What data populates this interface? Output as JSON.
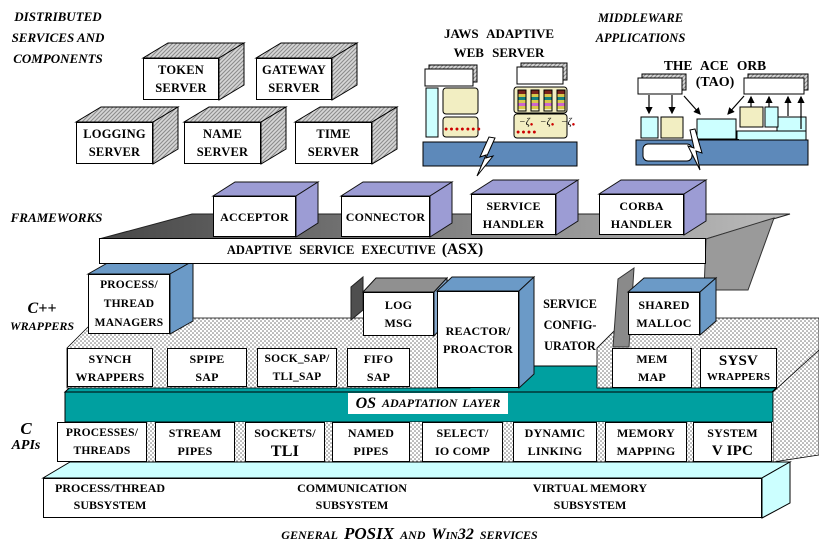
{
  "labels": {
    "distributed": {
      "l1": "DISTRIBUTED",
      "l2": "SERVICES AND",
      "l3": "COMPONENTS"
    },
    "frameworks": "FRAMEWORKS",
    "cpp": {
      "l1": "C++",
      "l2": "WRAPPERS"
    },
    "capis": {
      "l1": "C",
      "l2": "APIs"
    },
    "jaws": {
      "l1": "JAWS ADAPTIVE",
      "l2": "WEB SERVER"
    },
    "middleware": {
      "l1": "MIDDLEWARE",
      "l2": "APPLICATIONS"
    },
    "tao": {
      "l1": "THE ACE ORB",
      "l2": "(TAO)"
    }
  },
  "servers": [
    {
      "l1": "TOKEN",
      "l2": "SERVER"
    },
    {
      "l1": "GATEWAY",
      "l2": "SERVER"
    },
    {
      "l1": "LOGGING",
      "l2": "SERVER"
    },
    {
      "l1": "NAME",
      "l2": "SERVER"
    },
    {
      "l1": "TIME",
      "l2": "SERVER"
    }
  ],
  "frameworks_row": [
    {
      "l1": "ACCEPTOR"
    },
    {
      "l1": "CONNECTOR"
    },
    {
      "l1": "SERVICE",
      "l2": "HANDLER"
    },
    {
      "l1": "CORBA",
      "l2": "HANDLER"
    }
  ],
  "asx": {
    "main": "ADAPTIVE SERVICE EXECUTIVE",
    "paren": "(ASX)"
  },
  "wrappers_row": [
    {
      "l1": "PROCESS/",
      "l2": "THREAD",
      "l3": "MANAGERS"
    },
    {
      "l1": "SYNCH",
      "l2": "WRAPPERS"
    },
    {
      "l1": "SPIPE",
      "l2": "SAP"
    },
    {
      "l1": "SOCK_SAP/",
      "l2": "TLI_SAP"
    },
    {
      "l1": "FIFO",
      "l2": "SAP"
    },
    {
      "l1": "LOG",
      "l2": "MSG"
    },
    {
      "l1": "REACTOR/",
      "l2": "PROACTOR"
    },
    {
      "l1": "SERVICE",
      "l2": "CONFIG-",
      "l3": "URATOR"
    },
    {
      "l1": "SHARED",
      "l2": "MALLOC"
    },
    {
      "l1": "MEM",
      "l2": "MAP"
    },
    {
      "l1": "SYSV",
      "l2": "WRAPPERS"
    }
  ],
  "os_layer": {
    "os": "OS",
    "rest": "ADAPTATION LAYER"
  },
  "api_row": [
    {
      "l1": "PROCESSES/",
      "l2": "THREADS"
    },
    {
      "l1": "STREAM",
      "l2": "PIPES"
    },
    {
      "l1": "SOCKETS/",
      "l2": "TLI"
    },
    {
      "l1": "NAMED",
      "l2": "PIPES"
    },
    {
      "l1": "SELECT/",
      "l2": "IO COMP"
    },
    {
      "l1": "DYNAMIC",
      "l2": "LINKING"
    },
    {
      "l1": "MEMORY",
      "l2": "MAPPING"
    },
    {
      "l1": "SYSTEM",
      "l2": "V IPC"
    }
  ],
  "subsystems": [
    {
      "l1": "PROCESS/THREAD",
      "l2": "SUBSYSTEM"
    },
    {
      "l1": "COMMUNICATION",
      "l2": "SUBSYSTEM"
    },
    {
      "l1": "VIRTUAL MEMORY",
      "l2": "SUBSYSTEM"
    }
  ],
  "footer": {
    "p1": "GENERAL",
    "p2": "POSIX",
    "p3": "AND",
    "p4": "W",
    "p5": "IN",
    "p6": "32",
    "p7": "SERVICES"
  },
  "jaws_art": {
    "dots": "●●●●●●●",
    "dots2": "●●●●",
    "sq": "−ζ",
    "sqdot": "●"
  },
  "colors": {
    "lavender": "#9c9cd4",
    "blue": "#6b9ac7",
    "teal": "#00a0a0",
    "light_cyan": "#ccffff",
    "steel_blue": "#5d89ba",
    "beige": "#f2eec2",
    "red_dot": "#cc0000"
  }
}
